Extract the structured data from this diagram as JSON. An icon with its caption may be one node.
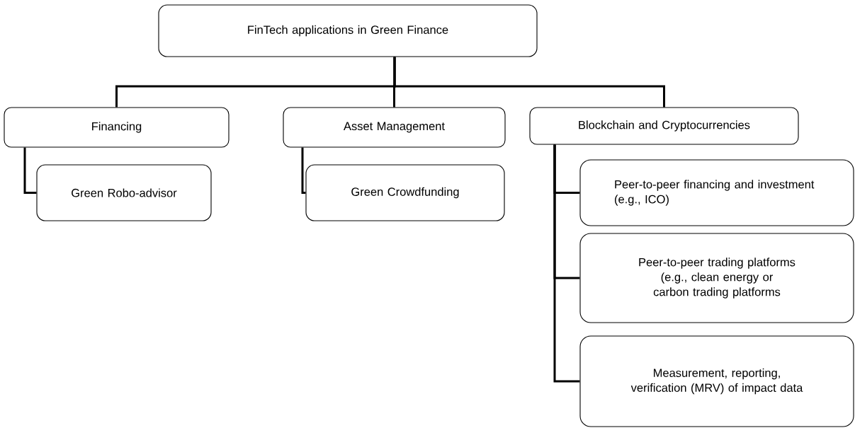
{
  "diagram": {
    "nodes": [
      {
        "text": [
          "FinTech applications in Green Finance"
        ]
      },
      {
        "text": [
          "Financing"
        ]
      },
      {
        "text": [
          "Green Robo-advisor"
        ]
      },
      {
        "text": [
          "Asset Management"
        ]
      },
      {
        "text": [
          "Green Crowdfunding"
        ]
      },
      {
        "text": [
          "Blockchain and Cryptocurrencies"
        ]
      },
      {
        "text": [
          "Peer-to-peer financing and investment (e.g., ICO)"
        ]
      },
      {
        "text": [
          "Peer-to-peer trading platforms (e.g., clean energy or carbon trading platforms"
        ]
      },
      {
        "text": [
          "Measurement, reporting, verification (MRV) of impact data"
        ]
      }
    ],
    "edges": [
      {
        "from": 0,
        "to": 1,
        "arrow": "none"
      },
      {
        "from": 0,
        "to": 3,
        "arrow": "none"
      },
      {
        "from": 0,
        "to": 5,
        "arrow": "none"
      },
      {
        "from": 1,
        "to": 2,
        "arrow": "none"
      },
      {
        "from": 3,
        "to": 4,
        "arrow": "none"
      },
      {
        "from": 5,
        "to": 6,
        "arrow": "none"
      },
      {
        "from": 5,
        "to": 7,
        "arrow": "none"
      },
      {
        "from": 5,
        "to": 8,
        "arrow": "none"
      }
    ]
  }
}
